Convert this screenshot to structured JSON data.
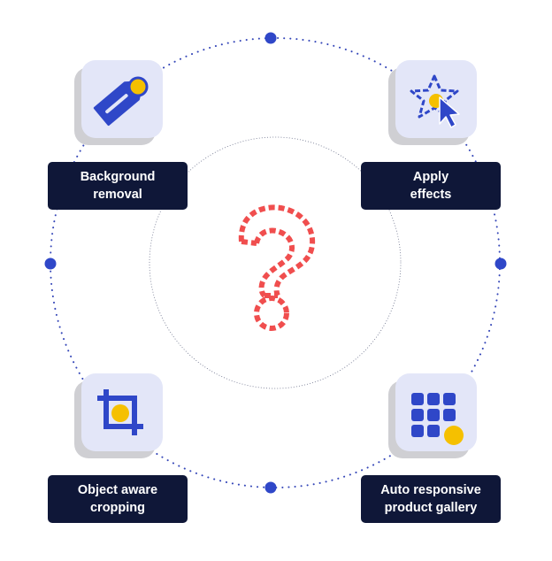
{
  "colors": {
    "accent_blue": "#2f47c8",
    "accent_yellow": "#f5c000",
    "label_bg": "#0f1738",
    "tile_bg": "#e3e6f8",
    "question_red": "#f04e4e"
  },
  "features": [
    {
      "id": "background-removal",
      "icon": "price-tag-icon",
      "line1": "Background",
      "line2": "removal"
    },
    {
      "id": "apply-effects",
      "icon": "star-cursor-icon",
      "line1": "Apply",
      "line2": "effects"
    },
    {
      "id": "object-aware-cropping",
      "icon": "crop-icon",
      "line1": "Object aware",
      "line2": "cropping"
    },
    {
      "id": "auto-responsive-gallery",
      "icon": "grid-icon",
      "line1": "Auto responsive",
      "line2": "product gallery"
    }
  ],
  "center_icon": "question-mark-icon"
}
